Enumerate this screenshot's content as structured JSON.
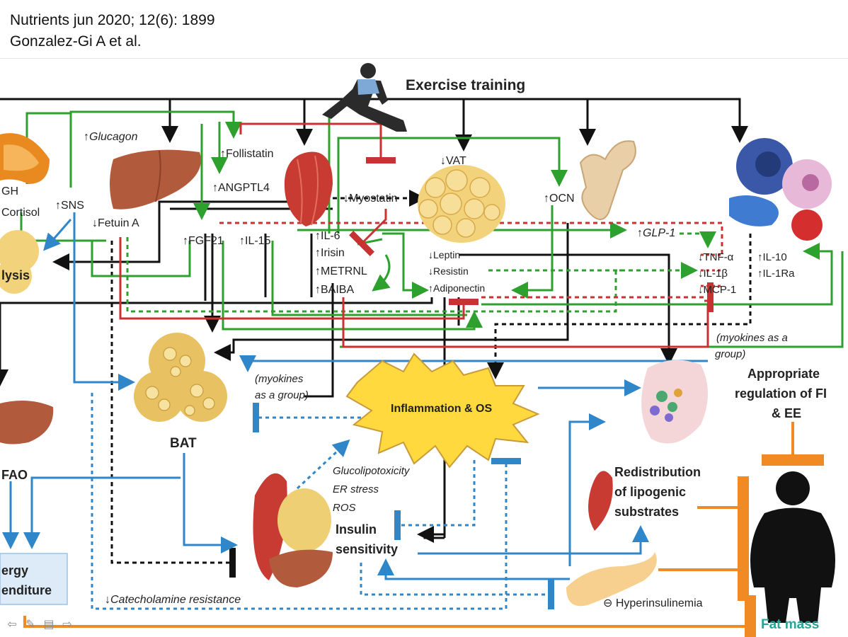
{
  "citation": {
    "line1": "Nutrients jun 2020; 12(6): 1899",
    "line2": "Gonzalez-Gi A et al."
  },
  "diagram": {
    "exercise_training": "Exercise training",
    "glucagon": "↑Glucagon",
    "follistatin": "↑Follistatin",
    "angptl4": "↑ANGPTL4",
    "gh": "GH",
    "cortisol": "Cortisol",
    "sns": "↑SNS",
    "fetuin_a": "↓Fetuin A",
    "fgf21": "↑FGF21",
    "il15": "↑IL-15",
    "lipolysis": "lysis",
    "vat": "↓VAT",
    "myostatin": "↓Myostatin",
    "ocn": "↑OCN",
    "il6": "↑IL-6",
    "irisin": "↑Irisin",
    "metrnl": "↑METRNL",
    "baiba": "↑BAIBA",
    "leptin": "↓Leptin",
    "resistin": "↓Resistin",
    "adiponectin": "↑Adiponectin",
    "glp1": "↑GLP-1",
    "tnfa": "↓TNF-α",
    "il1b": "↓IL-1β",
    "mcp1": "↓MCP-1",
    "il10": "↑IL-10",
    "il1ra": "↑IL-1Ra",
    "myokines_group_right_1": "(myokines as a",
    "myokines_group_right_2": "group)",
    "myokines_group_left_1": "(myokines",
    "myokines_group_left_2": "as a group)",
    "inflammation": "Inflammation & OS",
    "appropriate_regulation_1": "Appropriate",
    "appropriate_regulation_2": "regulation of FI",
    "appropriate_regulation_3": "& EE",
    "bat": "BAT",
    "fao": "FAO",
    "energy_expenditure_1": "ergy",
    "energy_expenditure_2": "enditure",
    "glucolipotoxicity": "Glucolipotoxicity",
    "er_stress": "ER stress",
    "ros": "ROS",
    "insulin_sensitivity_1": "Insulin",
    "insulin_sensitivity_2": "sensitivity",
    "redistribution_1": "Redistribution",
    "redistribution_2": "of lipogenic",
    "redistribution_3": "substrates",
    "catecholamine": "↓Catecholamine resistance",
    "hyperinsulinemia": "⊖ Hyperinsulinemia",
    "fat_mass": "Fat mass"
  },
  "colors": {
    "black": "#111111",
    "green": "#2ea02e",
    "red": "#c83232",
    "blue": "#2f86c8",
    "orange": "#f08a24",
    "fat_mass_text": "#2aa39a",
    "burst": "#ffd93d"
  },
  "icons": [
    "runner-icon",
    "liver-icon",
    "muscle-icon",
    "adipose-tissue-icon",
    "bone-icon",
    "immune-cells-icon",
    "adrenal-gland-icon",
    "brain-icon",
    "pancreas-icon",
    "human-silhouette-icon"
  ],
  "nav": {
    "prev": "⇦",
    "edit": "✎",
    "menu": "▤",
    "next": "⇨"
  }
}
